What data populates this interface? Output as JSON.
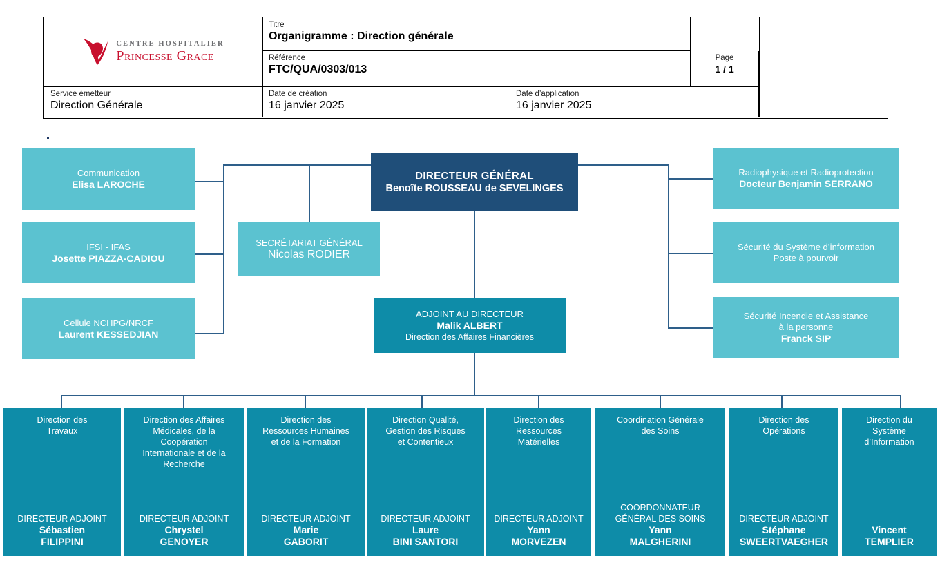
{
  "header": {
    "logo": {
      "line1": "CENTRE HOSPITALIER",
      "line2": "Princesse Grace",
      "mark": "hospital-logo-icon"
    },
    "titre_label": "Titre",
    "titre_value": "Organigramme : Direction générale",
    "reference_label": "Référence",
    "reference_value": "FTC/QUA/0303/013",
    "page_label": "Page",
    "page_value": "1 / 1",
    "service_label": "Service émetteur",
    "service_value": "Direction Générale",
    "date_creation_label": "Date de création",
    "date_creation_value": "16 janvier 2025",
    "date_application_label": "Date d’application",
    "date_application_value": "16 janvier 2025"
  },
  "colors": {
    "dark_navy": "#1f4e79",
    "teal": "#0e8ca8",
    "light_teal": "#5bc2d0",
    "connector": "#2e5f8a",
    "logo_red": "#c8102e",
    "logo_grey": "#6d6e71"
  },
  "chart_data": {
    "type": "orgchart",
    "title": "Organigramme : Direction générale",
    "root": {
      "role": "DIRECTEUR GÉNÉRAL",
      "name": "Benoîte ROUSSEAU de SEVELINGES",
      "color": "#1f4e79"
    },
    "staff_left": [
      {
        "role": "Communication",
        "name": "Elisa LAROCHE",
        "color": "#5bc2d0"
      },
      {
        "role": "IFSI - IFAS",
        "name": "Josette PIAZZA-CADIOU",
        "color": "#5bc2d0"
      },
      {
        "role": "Cellule NCHPG/NRCF",
        "name": "Laurent KESSEDJIAN",
        "color": "#5bc2d0"
      }
    ],
    "staff_right": [
      {
        "role": "Radiophysique et Radioprotection",
        "name": "Docteur  Benjamin SERRANO",
        "color": "#5bc2d0"
      },
      {
        "role": "Sécurité du Système  d’information",
        "name": "Poste à pourvoir",
        "color": "#5bc2d0",
        "name_bold": false
      },
      {
        "role": "Sécurité Incendie et Assistance",
        "role2": "à la personne",
        "name": "Franck SIP",
        "color": "#5bc2d0"
      }
    ],
    "secretariat": {
      "role": "SECRÉTARIAT  GÉNÉRAL",
      "name": "Nicolas RODIER",
      "color": "#5bc2d0"
    },
    "adjoint": {
      "role": "ADJOINT AU DIRECTEUR",
      "name": "Malik ALBERT",
      "sub": "Direction des Affaires Financières",
      "color": "#0e8ca8"
    },
    "directions": [
      {
        "title": "Direction des\nTravaux",
        "role": "DIRECTEUR  ADJOINT",
        "first": "Sébastien",
        "last": "FILIPPINI",
        "color": "#0e8ca8"
      },
      {
        "title": "Direction des Affaires\nMédicales, de la\nCoopération\nInternationale et de la\nRecherche",
        "role": "DIRECTEUR  ADJOINT",
        "first": "Chrystel",
        "last": "GENOYER",
        "color": "#0e8ca8"
      },
      {
        "title": "Direction des\nRessources Humaines\net de la Formation",
        "role": "DIRECTEUR  ADJOINT",
        "first": "Marie",
        "last": "GABORIT",
        "color": "#0e8ca8"
      },
      {
        "title": "Direction Qualité,\nGestion des Risques\net Contentieux",
        "role": "DIRECTEUR  ADJOINT",
        "first": "Laure",
        "last": "BINI SANTORI",
        "color": "#0e8ca8"
      },
      {
        "title": "Direction des\nRessources\nMatérielles",
        "role": "DIRECTEUR  ADJOINT",
        "first": "Yann",
        "last": "MORVEZEN",
        "color": "#0e8ca8"
      },
      {
        "title": "Coordination Générale\ndes Soins",
        "role": "COORDONNATEUR\nGÉNÉRAL  DES SOINS",
        "first": "Yann",
        "last": "MALGHERINI",
        "color": "#0e8ca8"
      },
      {
        "title": "Direction des\nOpérations",
        "role": "DIRECTEUR  ADJOINT",
        "first": "Stéphane",
        "last": "SWEERTVAEGHER",
        "color": "#0e8ca8"
      },
      {
        "title": "Direction du\nSystème\nd’Information",
        "role": "",
        "first": "Vincent",
        "last": "TEMPLIER",
        "color": "#0e8ca8"
      }
    ]
  }
}
